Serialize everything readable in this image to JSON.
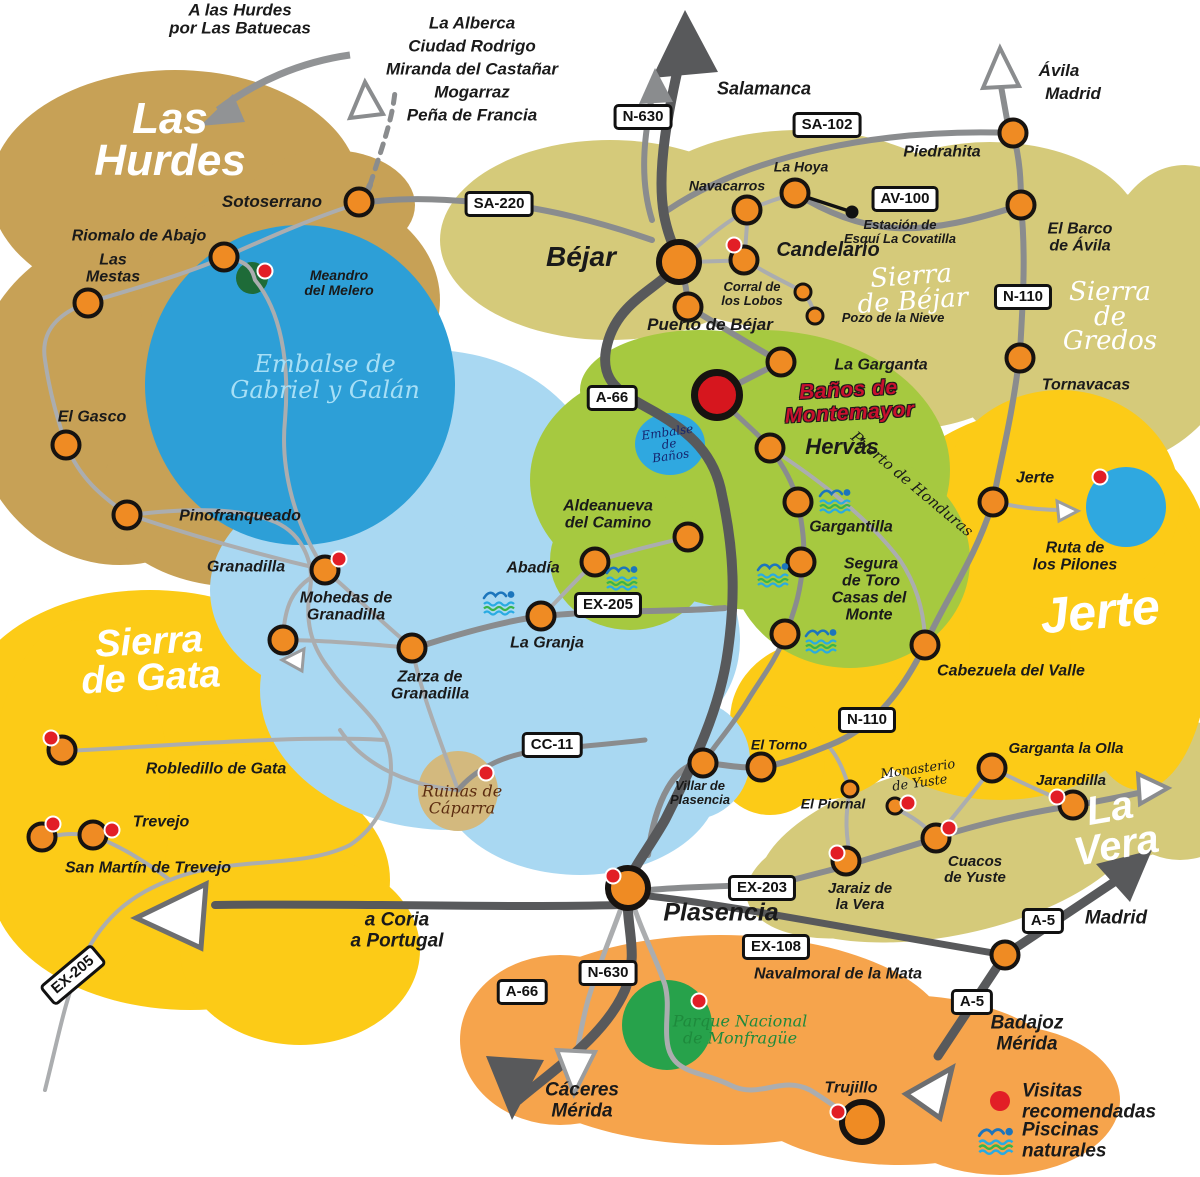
{
  "region_labels": {
    "las_hurdes": "Las\nHurdes",
    "sierra_gata": "Sierra\nde Gata",
    "jerte_big": "Jerte",
    "la_vera": "La Vera",
    "sierra_bejar": "Sierra\nde Béjar",
    "sierra_gredos": "Sierra\nde\nGredos"
  },
  "water_labels": {
    "gabriel": "Embalse de\nGabriel y Galán",
    "banos_lake": "Embalse\nde\nBaños",
    "melero": "Meandro\ndel Melero",
    "pilones": "Ruta de\nlos Pilones"
  },
  "site_labels": {
    "covatilla": "Estación de\nEsquí La Covatilla",
    "honduras": "Puerto de Honduras",
    "caparra": "Ruinas de\nCáparra",
    "yuste": "Monasterio\nde Yuste",
    "monfrague": "Parque Nacional\nde Monfragüe"
  },
  "highlight": {
    "banos": "Baños de\nMontemayor"
  },
  "towns": {
    "sotoserrano": "Sotoserrano",
    "riomalo": "Riomalo de Abajo",
    "las_mestas": "Las\nMestas",
    "el_gasco": "El Gasco",
    "pinofranqueado": "Pinofranqueado",
    "granadilla": "Granadilla",
    "mohedas": "Mohedas de\nGranadilla",
    "zarza": "Zarza de\nGranadilla",
    "abadia": "Abadía",
    "la_granja": "La Granja",
    "aldeanueva": "Aldeanueva\ndel Camino",
    "bejar": "Béjar",
    "navacarros": "Navacarros",
    "la_hoya": "La Hoya",
    "candelario": "Candelario",
    "corral": "Corral de\nlos Lobos",
    "pozo": "Pozo de la Nieve",
    "puerto_bejar": "Puerto de Béjar",
    "la_garganta": "La Garganta",
    "hervas": "Hervás",
    "gargantilla": "Gargantilla",
    "segura": "Segura\nde Toro",
    "casas": "Casas del\nMonte",
    "piedrahita": "Piedrahita",
    "el_barco": "El Barco\nde Ávila",
    "tornavacas": "Tornavacas",
    "jerte": "Jerte",
    "cabezuela": "Cabezuela del Valle",
    "el_torno": "El Torno",
    "villar": "Villar de\nPlasencia",
    "el_piornal": "El Piornal",
    "garganta_olla": "Garganta la Olla",
    "jarandilla": "Jarandilla",
    "cuacos": "Cuacos\nde Yuste",
    "jaraiz": "Jaraiz de\nla Vera",
    "plasencia": "Plasencia",
    "robledillo": "Robledillo de Gata",
    "trevejo": "Trevejo",
    "san_martin": "San Martín de Trevejo",
    "navalmoral": "Navalmoral de la Mata",
    "trujillo": "Trujillo"
  },
  "destinations": {
    "batuecas": "A las Hurdes\npor Las Batuecas",
    "alberca": "La Alberca\nCiudad Rodrigo\nMiranda del Castañar\nMogarraz\nPeña de Francia",
    "salamanca": "Salamanca",
    "avila": "Ávila",
    "madrid_n": "Madrid",
    "coria": "a Coria\na Portugal",
    "madrid_a5": "Madrid",
    "badajoz": "Badajoz\nMérida",
    "caceres": "Cáceres\nMérida"
  },
  "shields": {
    "n630_top": "N-630",
    "sa220": "SA-220",
    "sa102": "SA-102",
    "av100": "AV-100",
    "n110_top": "N-110",
    "a66_mid": "A-66",
    "ex205_mid": "EX-205",
    "n110_low": "N-110",
    "cc11": "CC-11",
    "ex203": "EX-203",
    "ex108": "EX-108",
    "a5_top": "A-5",
    "n630_low": "N-630",
    "a66_low": "A-66",
    "a5_low": "A-5",
    "ex205_corner": "EX-205"
  },
  "legend": {
    "visits_label": "Visitas\nrecomendadas",
    "pools_label": "Piscinas\nnaturales"
  },
  "colors": {
    "town_dot": "#EF8B23",
    "visit_dot": "#E21E26",
    "highlight_dot": "#D6161E",
    "road_major": "#58595B",
    "road_medium": "#8A8C8E",
    "road_minor": "#ABADAF",
    "region_tan": "#C7A156",
    "region_khaki": "#D5CA7A",
    "region_yellow": "#FCCB17",
    "region_green": "#A6C940",
    "region_lightblue": "#A9D8F2",
    "region_orange": "#F6A44C",
    "water_blue": "#2D9FD7",
    "park_green": "#27A24B"
  }
}
